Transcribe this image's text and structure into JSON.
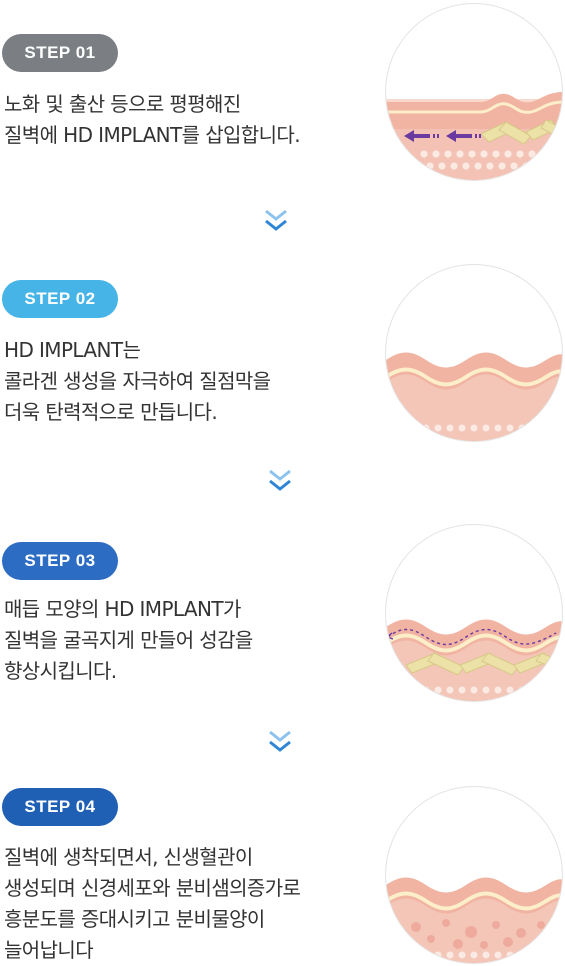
{
  "steps": [
    {
      "badge": "STEP 01",
      "badge_color": "#7b7f84",
      "lines": [
        "노화 및 출산 등으로  평평해진",
        "질벽에 HD IMPLANT를 삽입합니다."
      ]
    },
    {
      "badge": "STEP 02",
      "badge_color": "#46b4e6",
      "lines": [
        "HD IMPLANT는",
        "콜라겐 생성을 자극하여 질점막을",
        "더욱 탄력적으로 만듭니다."
      ]
    },
    {
      "badge": "STEP 03",
      "badge_color": "#2d6cc3",
      "lines": [
        "매듭 모양의 HD IMPLANT가",
        "질벽을 굴곡지게 만들어 성감을",
        "향상시킵니다."
      ]
    },
    {
      "badge": "STEP 04",
      "badge_color": "#1f5fb4",
      "lines": [
        "질벽에 생착되면서, 신생혈관이",
        "생성되며 신경세포와 분비샘의증가로",
        "흥분도를 증대시키고 분비물양이",
        "늘어납니다"
      ]
    }
  ],
  "colors": {
    "chevron": "#2f86d6",
    "tissue_top": "#f1b3a2",
    "tissue_mid": "#f8d9cd",
    "cream_line": "#fbeec8",
    "implant": "#ece2a7",
    "arrow": "#6a3aa0"
  }
}
